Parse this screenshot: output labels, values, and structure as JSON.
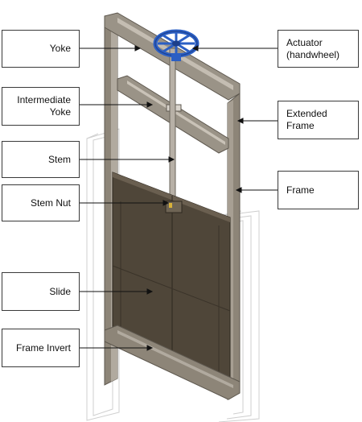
{
  "diagram": {
    "labels": {
      "yoke": "Yoke",
      "intermediate_yoke": "Intermediate\nYoke",
      "stem": "Stem",
      "stem_nut": "Stem Nut",
      "slide": "Slide",
      "frame_invert": "Frame Invert",
      "actuator": "Actuator\n(handwheel)",
      "extended_frame": "Extended\nFrame",
      "frame": "Frame"
    },
    "colors": {
      "frame_metal": "#8d8578",
      "slide_panel": "#4f4639",
      "handwheel": "#2b5fc4",
      "guide_lines": "#c9c9c9",
      "leader": "#111111"
    }
  }
}
